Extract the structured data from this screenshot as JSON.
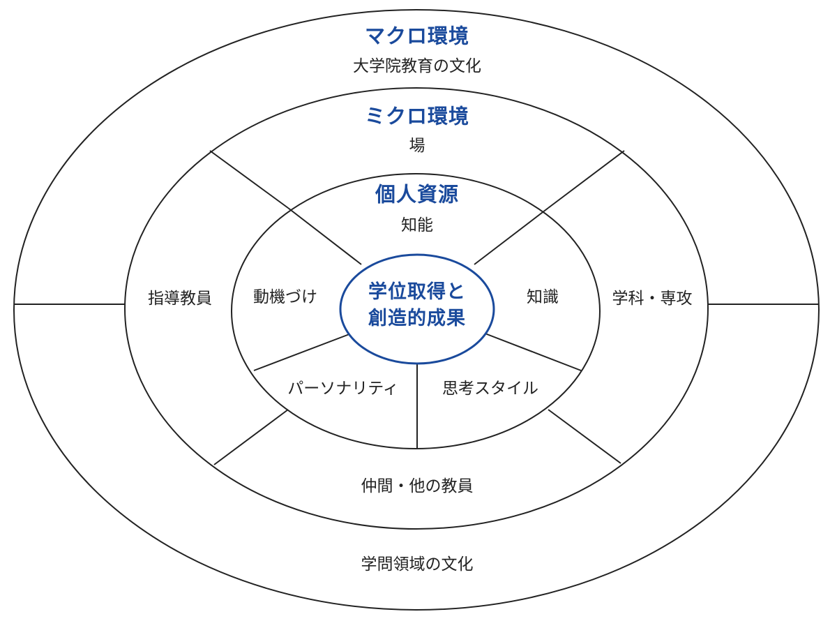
{
  "colors": {
    "accent": "#1a4a9c",
    "line": "#222222",
    "text": "#222222",
    "background": "#ffffff"
  },
  "macro": {
    "heading": "マクロ環境",
    "top_label": "大学院教育の文化",
    "bottom_label": "学問領域の文化"
  },
  "micro": {
    "heading": "ミクロ環境",
    "top_label": "場",
    "left_label": "指導教員",
    "right_label": "学科・専攻",
    "bottom_label": "仲間・他の教員"
  },
  "individual": {
    "heading": "個人資源",
    "top_label": "知能",
    "left_label": "動機づけ",
    "right_label": "知識",
    "bottom_left_label": "パーソナリティ",
    "bottom_right_label": "思考スタイル"
  },
  "center": {
    "line1": "学位取得と",
    "line2": "創造的成果"
  }
}
